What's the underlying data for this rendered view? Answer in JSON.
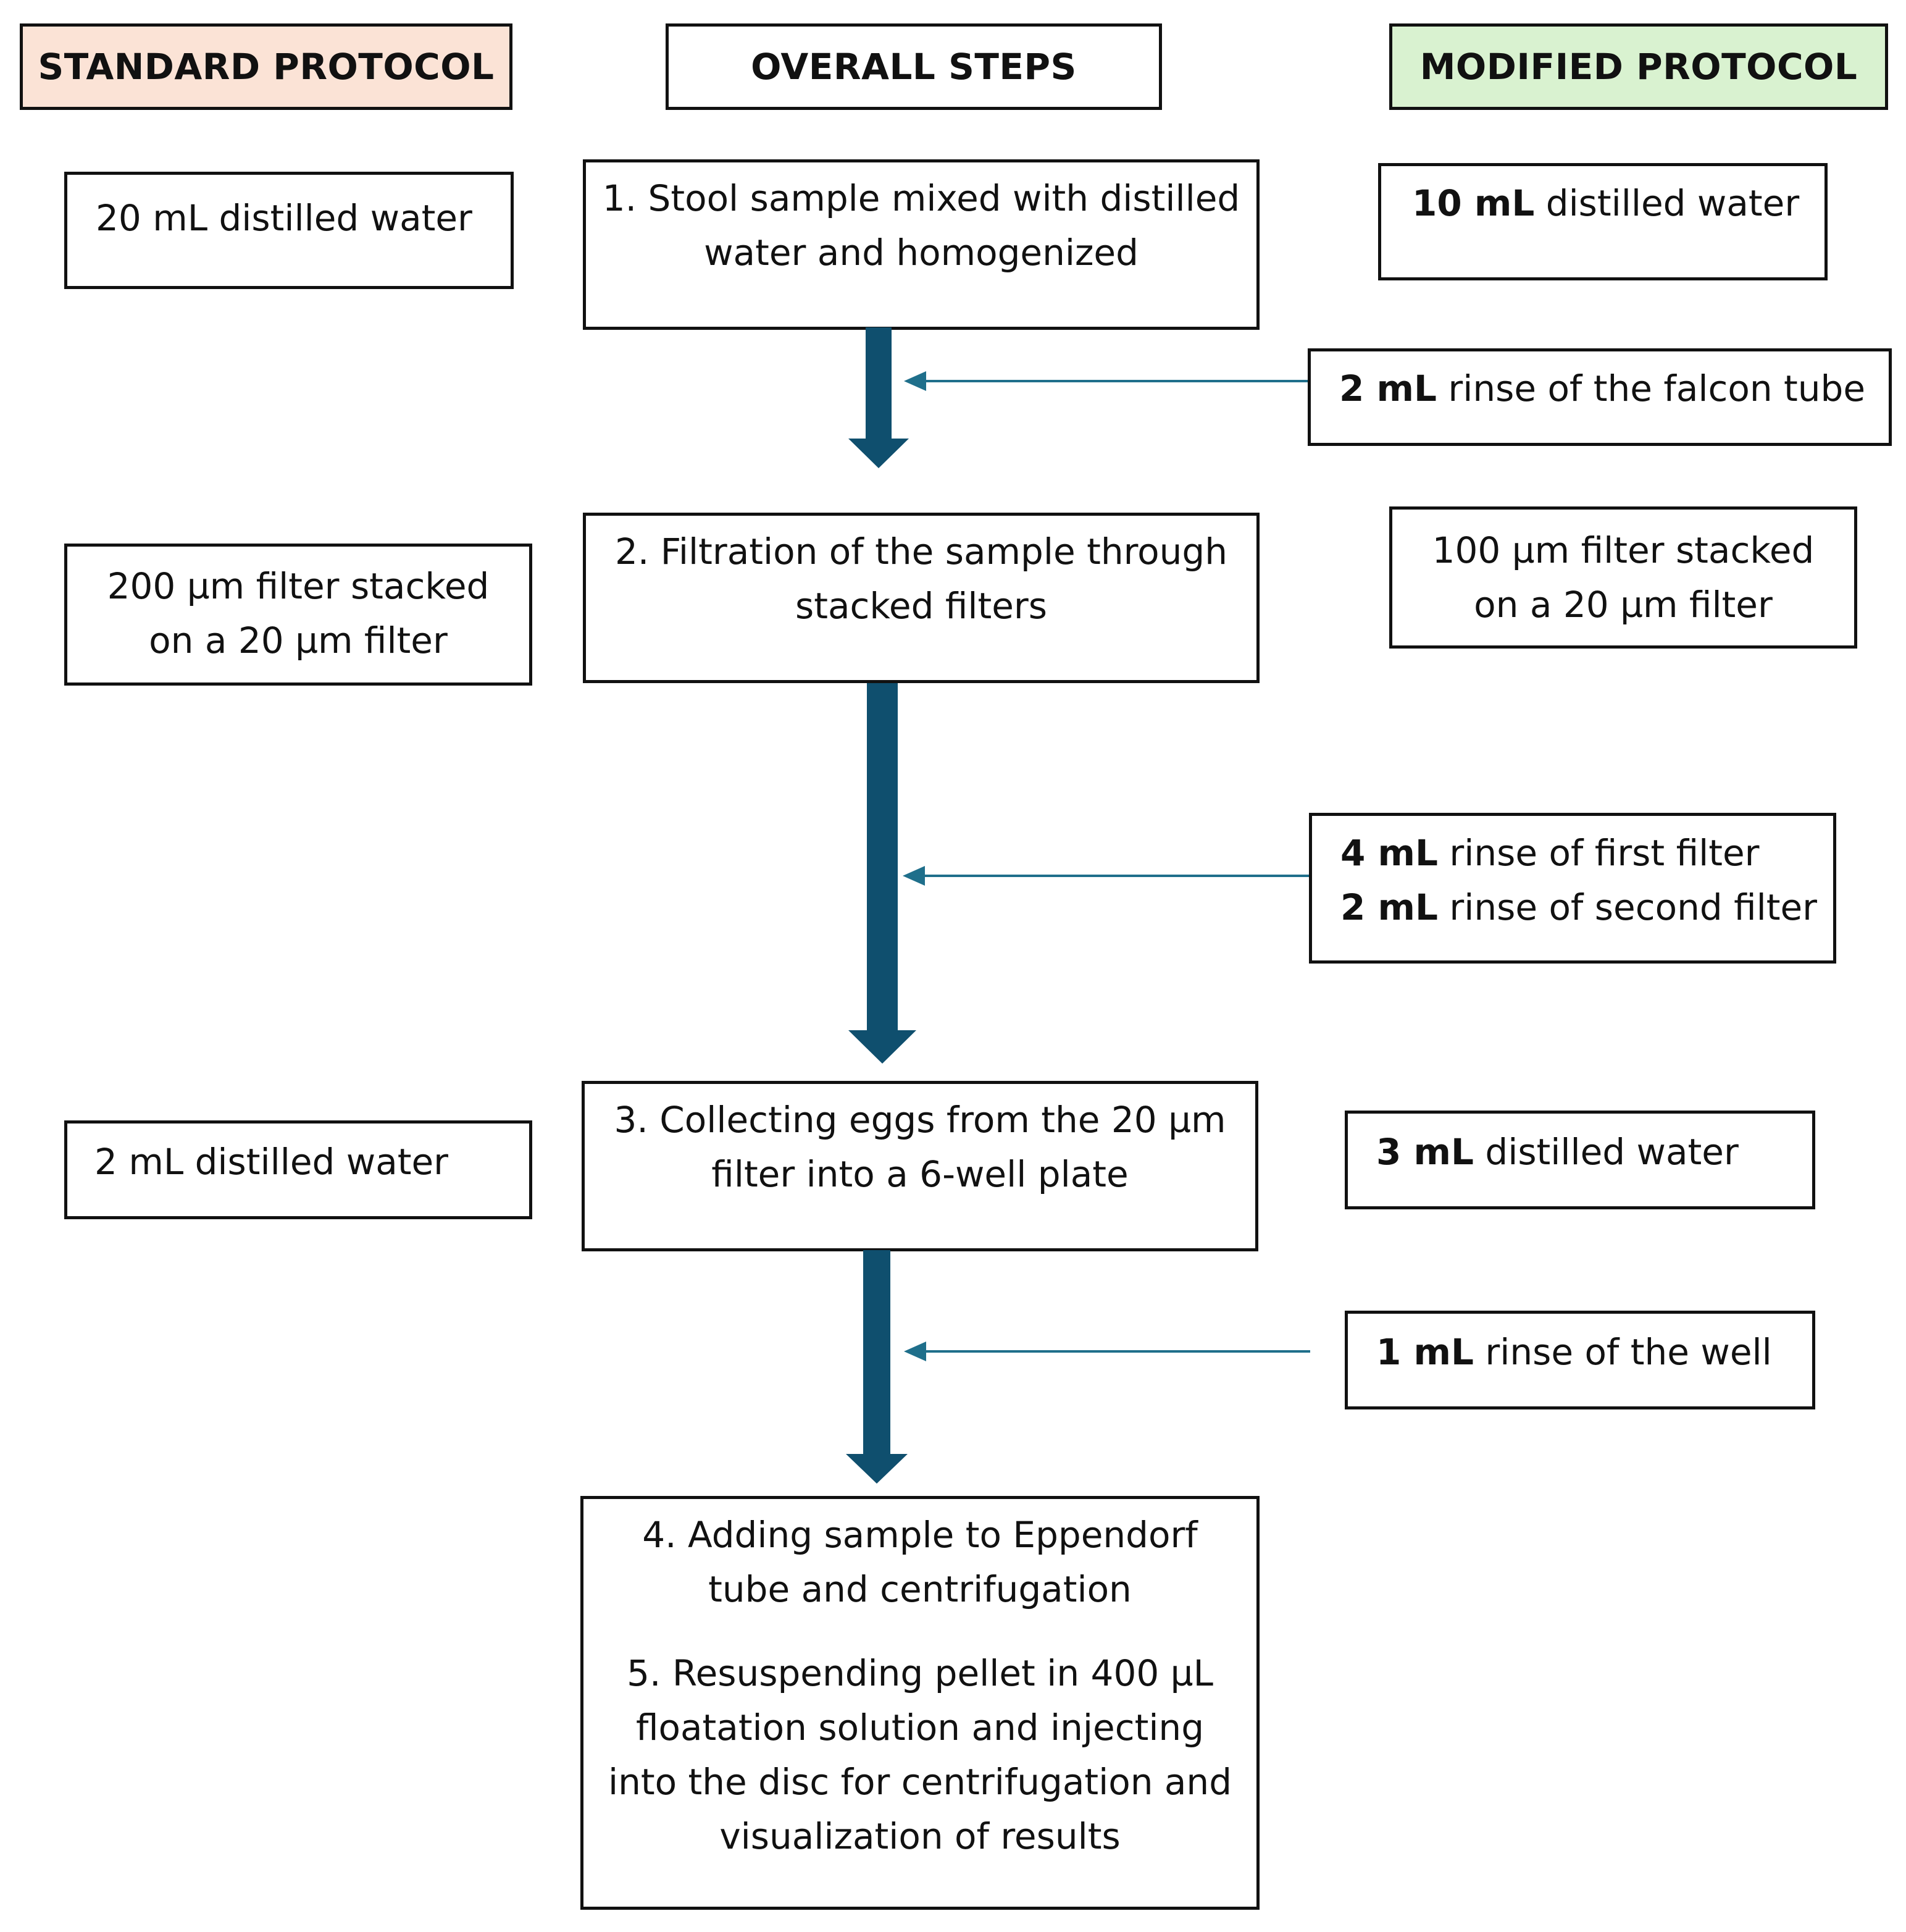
{
  "headers": {
    "standard": "STANDARD PROTOCOL",
    "overall": "OVERALL STEPS",
    "modified": "MODIFIED PROTOCOL"
  },
  "colors": {
    "standard_header_bg": "#fbe3d6",
    "modified_header_bg": "#d9f2d0",
    "main_arrow": "#0f4f6e",
    "side_arrow": "#1f6f8b"
  },
  "steps": {
    "step1": [
      "1.  Stool sample mixed with distilled",
      "water and homogenized"
    ],
    "step2": [
      "2. Filtration of the sample through",
      "stacked filters"
    ],
    "step3": [
      "3. Collecting eggs from the 20 µm",
      "filter into a 6-well plate"
    ],
    "step4": [
      "4. Adding sample to Eppendorf",
      "tube and centrifugation"
    ],
    "step5": [
      "5. Resuspending pellet in 400 µL",
      "floatation solution and injecting",
      "into the disc for centrifugation and",
      "visualization of results"
    ]
  },
  "standard": {
    "water1": "20 mL distilled water",
    "filters": [
      "200 µm filter stacked",
      "on a 20 µm filter"
    ],
    "water2": "2 mL distilled water"
  },
  "modified": {
    "water1_bold": "10 mL",
    "water1_rest": " distilled water",
    "rinse_tube_bold": "2 mL",
    "rinse_tube_rest": " rinse of the falcon tube",
    "filters": [
      "100 µm filter stacked",
      "on a 20 µm filter"
    ],
    "rinse_first_bold": "4 mL",
    "rinse_first_rest": " rinse of first filter",
    "rinse_second_bold": "2 mL",
    "rinse_second_rest": " rinse of second filter",
    "water2_bold": "3 mL",
    "water2_rest": " distilled water",
    "rinse_well_bold": "1 mL",
    "rinse_well_rest": " rinse of the well"
  }
}
